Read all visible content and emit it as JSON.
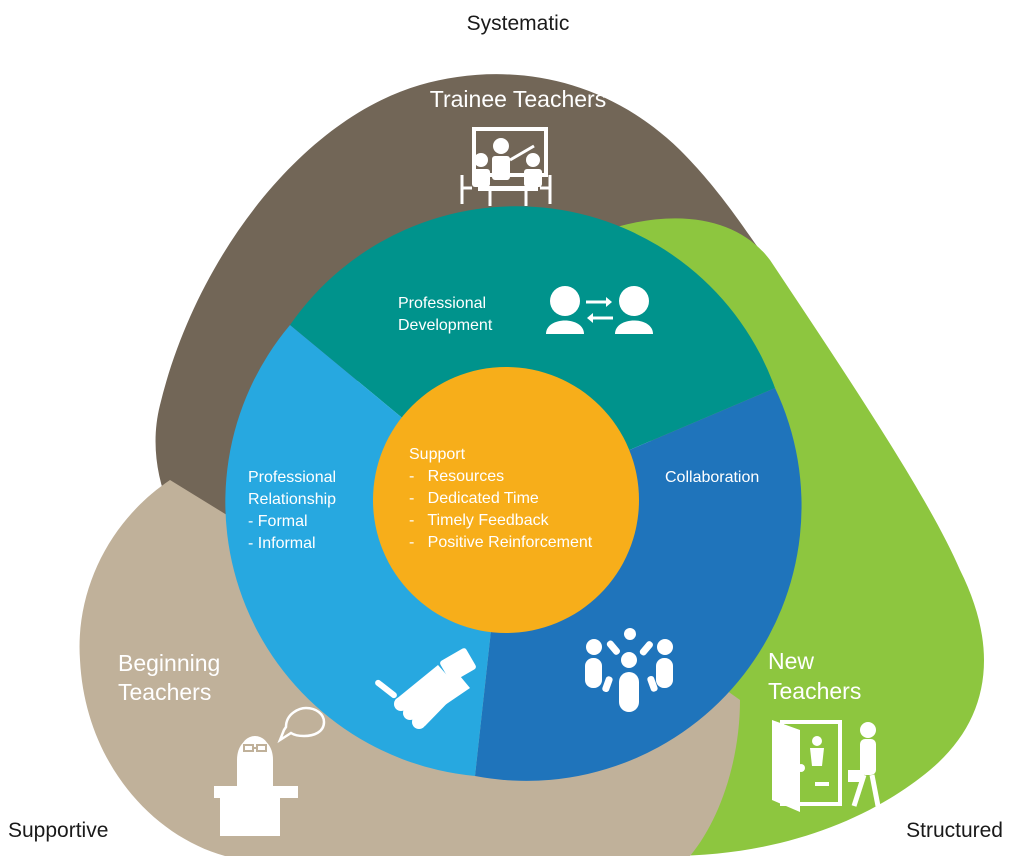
{
  "corners": {
    "top": "Systematic",
    "left": "Supportive",
    "right": "Structured"
  },
  "lobes": {
    "trainee": {
      "line1": "Trainee Teachers"
    },
    "beginning": {
      "line1": "Beginning",
      "line2": "Teachers"
    },
    "new": {
      "line1": "New",
      "line2": "Teachers"
    }
  },
  "segments": {
    "development": {
      "line1": "Professional",
      "line2": "Development"
    },
    "collaboration": {
      "line1": "Collaboration"
    },
    "relationship": {
      "line1": "Professional",
      "line2": "Relationship",
      "line3": "- Formal",
      "line4": "- Informal"
    }
  },
  "center": {
    "title": "Support",
    "items": [
      "-   Resources",
      "-   Dedicated Time",
      "-   Timely Feedback",
      "-   Positive Reinforcement"
    ]
  },
  "colors": {
    "trainee": "#726657",
    "beginning": "#c0b19a",
    "new": "#8dc63f",
    "development": "#00938c",
    "collaboration": "#1f74bb",
    "relationship": "#27a8e0",
    "center": "#f7ae1a",
    "text_dark": "#1a1a1a",
    "text_light": "#ffffff"
  },
  "icons": {
    "trainee": "classroom-teacher-icon",
    "beginning": "teacher-at-desk-icon",
    "new": "teacher-entering-classroom-icon",
    "development": "exchange-people-icon",
    "collaboration": "team-circle-icon",
    "relationship": "handshake-icon"
  }
}
